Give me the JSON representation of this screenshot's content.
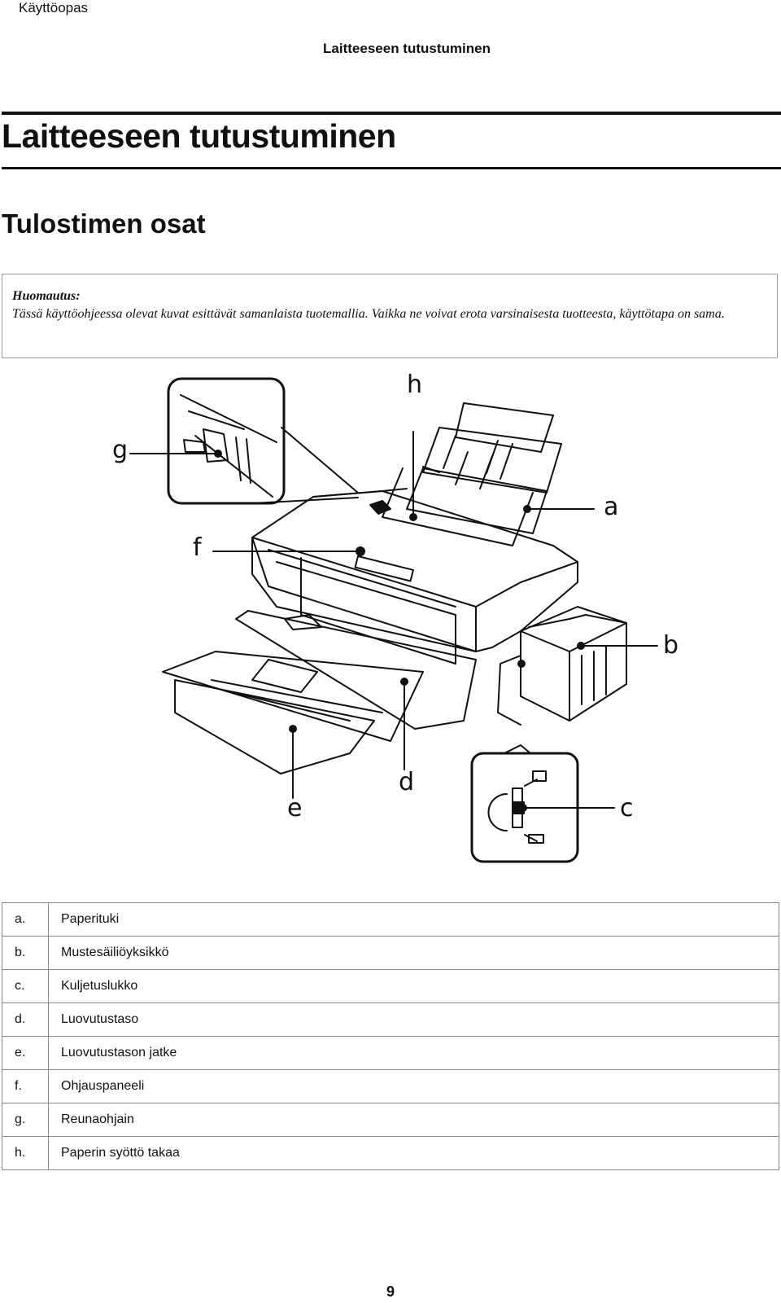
{
  "header": {
    "running_title": "Käyttöopas",
    "section_title": "Laitteeseen tutustuminen"
  },
  "chapter_title": "Laitteeseen tutustuminen",
  "section_title": "Tulostimen osat",
  "note": {
    "title": "Huomautus:",
    "text": "Tässä käyttöohjeessa olevat kuvat esittävät samanlaista tuotemallia. Vaikka ne voivat erota varsinaisesta tuotteesta, käyttötapa on sama."
  },
  "figure": {
    "callouts": {
      "a": "a",
      "b": "b",
      "c": "c",
      "d": "d",
      "e": "e",
      "f": "f",
      "g": "g",
      "h": "h"
    }
  },
  "parts": [
    {
      "key": "a.",
      "label": "Paperituki"
    },
    {
      "key": "b.",
      "label": "Mustesäiliöyksikkö"
    },
    {
      "key": "c.",
      "label": "Kuljetuslukko"
    },
    {
      "key": "d.",
      "label": "Luovutustaso"
    },
    {
      "key": "e.",
      "label": "Luovutustason jatke"
    },
    {
      "key": "f.",
      "label": "Ohjauspaneeli"
    },
    {
      "key": "g.",
      "label": "Reunaohjain"
    },
    {
      "key": "h.",
      "label": "Paperin syöttö takaa"
    }
  ],
  "page_number": "9"
}
